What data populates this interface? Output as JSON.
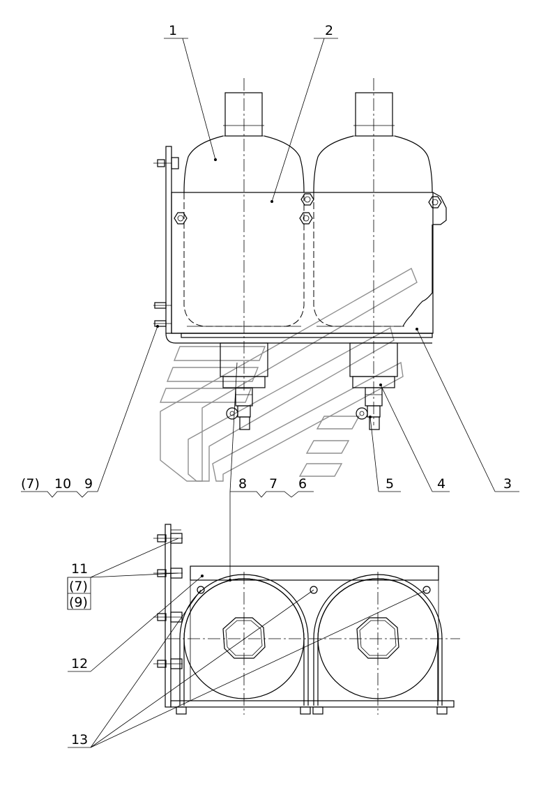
{
  "drawing": {
    "callouts": {
      "c1": "1",
      "c2": "2",
      "c3": "3",
      "c4": "4",
      "c5": "5",
      "c6": "6",
      "c7": "7",
      "c8": "8",
      "c9": "9",
      "c10": "10",
      "c7p": "(7)",
      "c11": "11",
      "c11b": "(7)",
      "c11c": "(9)",
      "c12": "12",
      "c13": "13"
    }
  }
}
